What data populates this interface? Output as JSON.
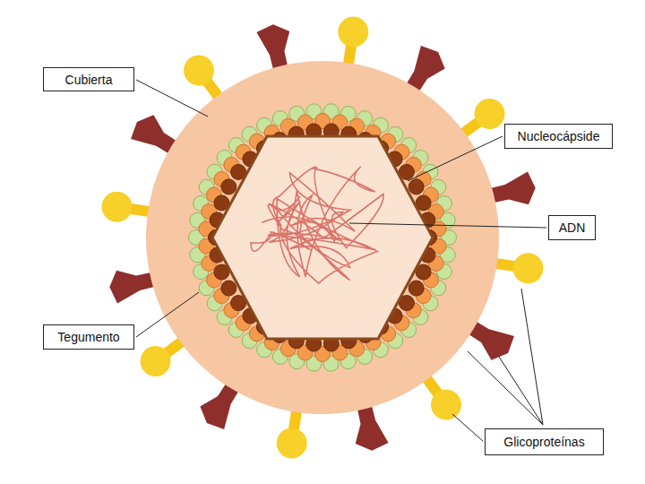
{
  "diagram": {
    "nodes": [
      {
        "text": [
          "Cubierta"
        ]
      },
      {
        "text": [
          "Nucleocápside"
        ]
      },
      {
        "text": [
          "ADN"
        ]
      },
      {
        "text": [
          "Tegumento"
        ]
      },
      {
        "text": [
          "Glicoproteínas"
        ]
      }
    ]
  }
}
